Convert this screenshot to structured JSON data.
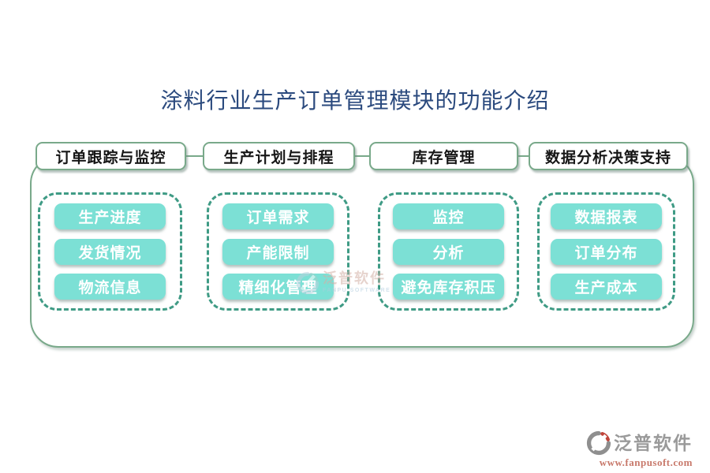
{
  "page": {
    "title": "涂料行业生产订单管理模块的功能介绍"
  },
  "columns": [
    {
      "header": "订单跟踪与监控",
      "items": [
        "生产进度",
        "发货情况",
        "物流信息"
      ]
    },
    {
      "header": "生产计划与排程",
      "items": [
        "订单需求",
        "产能限制",
        "精细化管理"
      ]
    },
    {
      "header": "库存管理",
      "items": [
        "监控",
        "分析",
        "避免库存积压"
      ]
    },
    {
      "header": "数据分析决策支持",
      "items": [
        "数据报表",
        "订单分布",
        "生产成本"
      ]
    }
  ],
  "watermark": {
    "name": "泛普软件",
    "subtitle": "FANPU SOFTWARE"
  },
  "brand": {
    "name": "泛普软件",
    "url": "www.fanpusoft.com"
  },
  "colors": {
    "title_text": "#2b4a7e",
    "frame_border": "#79a98a",
    "dashed_border": "#3f9b85",
    "item_fill": "#7ce0d5",
    "item_text": "#ffffff",
    "header_text": "#161616",
    "brand_text": "#9a9a9a",
    "brand_url": "#c8796b",
    "logo_red": "#c0443a",
    "logo_gray": "#8f8f8f"
  }
}
